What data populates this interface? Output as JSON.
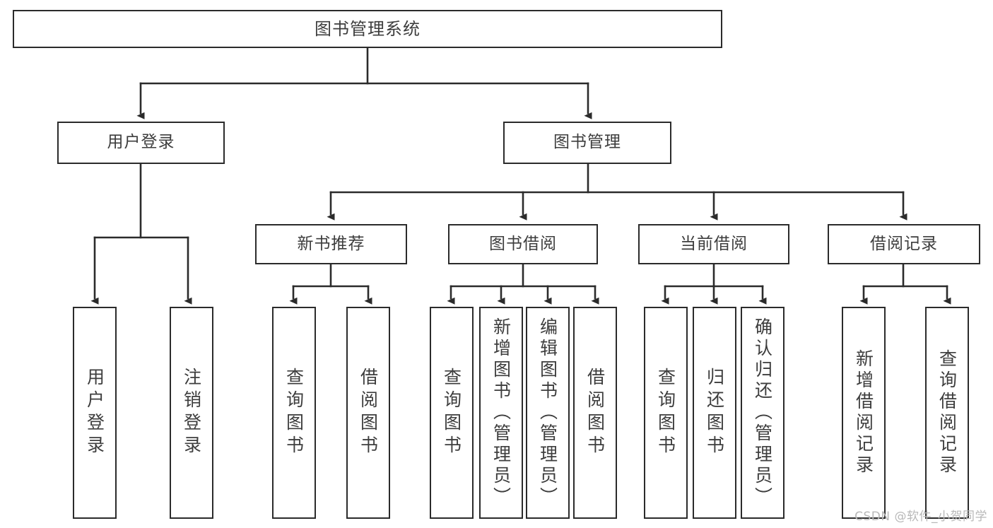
{
  "diagram": {
    "title": "图书管理系统",
    "type": "hierarchy-tree",
    "watermark": "CSDN @软件_小贺同学",
    "colors": {
      "box_border": "#2b2b2b",
      "box_fill": "#ffffff",
      "text": "#3d3d3d",
      "connector": "#2b2b2b",
      "watermark": "#b8b8b8"
    },
    "levels": [
      {
        "level": 0,
        "nodes": [
          {
            "id": "root",
            "label": "图书管理系统"
          }
        ]
      },
      {
        "level": 1,
        "nodes": [
          {
            "id": "user-login",
            "label": "用户登录",
            "parent": "root"
          },
          {
            "id": "book-manage",
            "label": "图书管理",
            "parent": "root"
          }
        ]
      },
      {
        "level": 2,
        "nodes": [
          {
            "id": "new-book-rec",
            "label": "新书推荐",
            "parent": "book-manage"
          },
          {
            "id": "book-borrow",
            "label": "图书借阅",
            "parent": "book-manage"
          },
          {
            "id": "current-borrow",
            "label": "当前借阅",
            "parent": "book-manage"
          },
          {
            "id": "borrow-record",
            "label": "借阅记录",
            "parent": "book-manage"
          }
        ]
      },
      {
        "level": 3,
        "nodes": [
          {
            "id": "leaf-user-login",
            "label": "用户登录",
            "parent": "user-login"
          },
          {
            "id": "leaf-logout",
            "label": "注销登录",
            "parent": "user-login"
          },
          {
            "id": "leaf-query-book-1",
            "label": "查询图书",
            "parent": "new-book-rec"
          },
          {
            "id": "leaf-borrow-book-1",
            "label": "借阅图书",
            "parent": "new-book-rec"
          },
          {
            "id": "leaf-query-book-2",
            "label": "查询图书",
            "parent": "book-borrow"
          },
          {
            "id": "leaf-add-book",
            "label": "新增图书（管理员）",
            "parent": "book-borrow"
          },
          {
            "id": "leaf-edit-book",
            "label": "编辑图书（管理员）",
            "parent": "book-borrow"
          },
          {
            "id": "leaf-borrow-book-2",
            "label": "借阅图书",
            "parent": "book-borrow"
          },
          {
            "id": "leaf-query-book-3",
            "label": "查询图书",
            "parent": "current-borrow"
          },
          {
            "id": "leaf-return-book",
            "label": "归还图书",
            "parent": "current-borrow"
          },
          {
            "id": "leaf-confirm-return",
            "label": "确认归还（管理员）",
            "parent": "current-borrow"
          },
          {
            "id": "leaf-add-record",
            "label": "新增借阅记录",
            "parent": "borrow-record"
          },
          {
            "id": "leaf-query-record",
            "label": "查询借阅记录",
            "parent": "borrow-record"
          }
        ]
      }
    ]
  }
}
